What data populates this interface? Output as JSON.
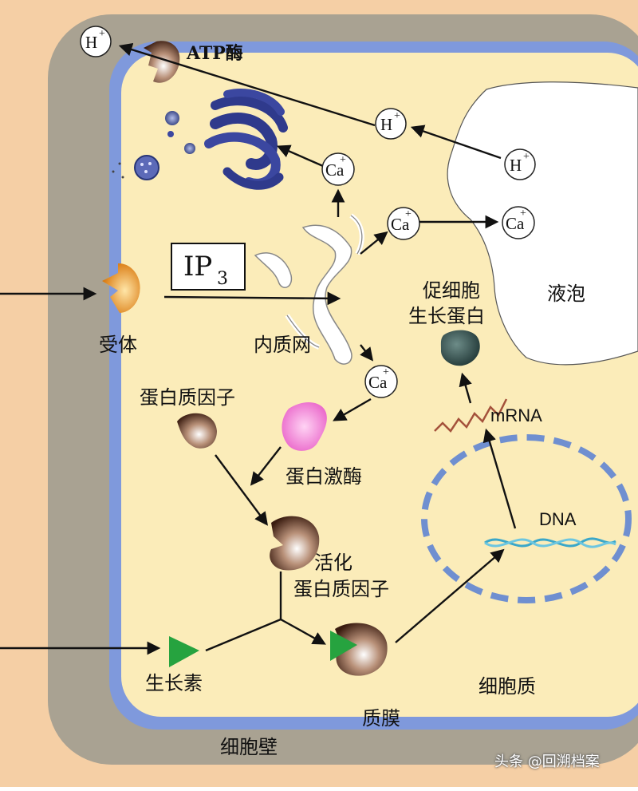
{
  "labels": {
    "atpase": "ATP酶",
    "ip3_main": "IP",
    "ip3_sub": "3",
    "receptor": "受体",
    "er": "内质网",
    "vacuole": "液泡",
    "growth_protein_line1": "促细胞",
    "growth_protein_line2": "生长蛋白",
    "protein_factor": "蛋白质因子",
    "protein_kinase": "蛋白激酶",
    "mrna": "mRNA",
    "dna": "DNA",
    "activated_line1": "活化",
    "activated_line2": "蛋白质因子",
    "auxin": "生长素",
    "cytoplasm": "细胞质",
    "plasma_membrane": "质膜",
    "cell_wall": "细胞壁"
  },
  "ions": {
    "h_plus": "H",
    "ca": "Ca",
    "plus": "+"
  },
  "watermark": {
    "text": "头条 @回溯档案"
  },
  "colors": {
    "outer_wall": "#f5cfa5",
    "wall_band": "#a9a292",
    "membrane": "#7f99dc",
    "cytoplasm": "#fbecb9",
    "vacuole": "#ffffff",
    "golgi": "#2f3a8c",
    "receptor": "#e8901e",
    "kinase": "#f27ad0",
    "auxin": "#26a33f",
    "growth_protein": "#2f4a48",
    "mrna": "#a4513b",
    "dna": "#3aa7c9"
  }
}
